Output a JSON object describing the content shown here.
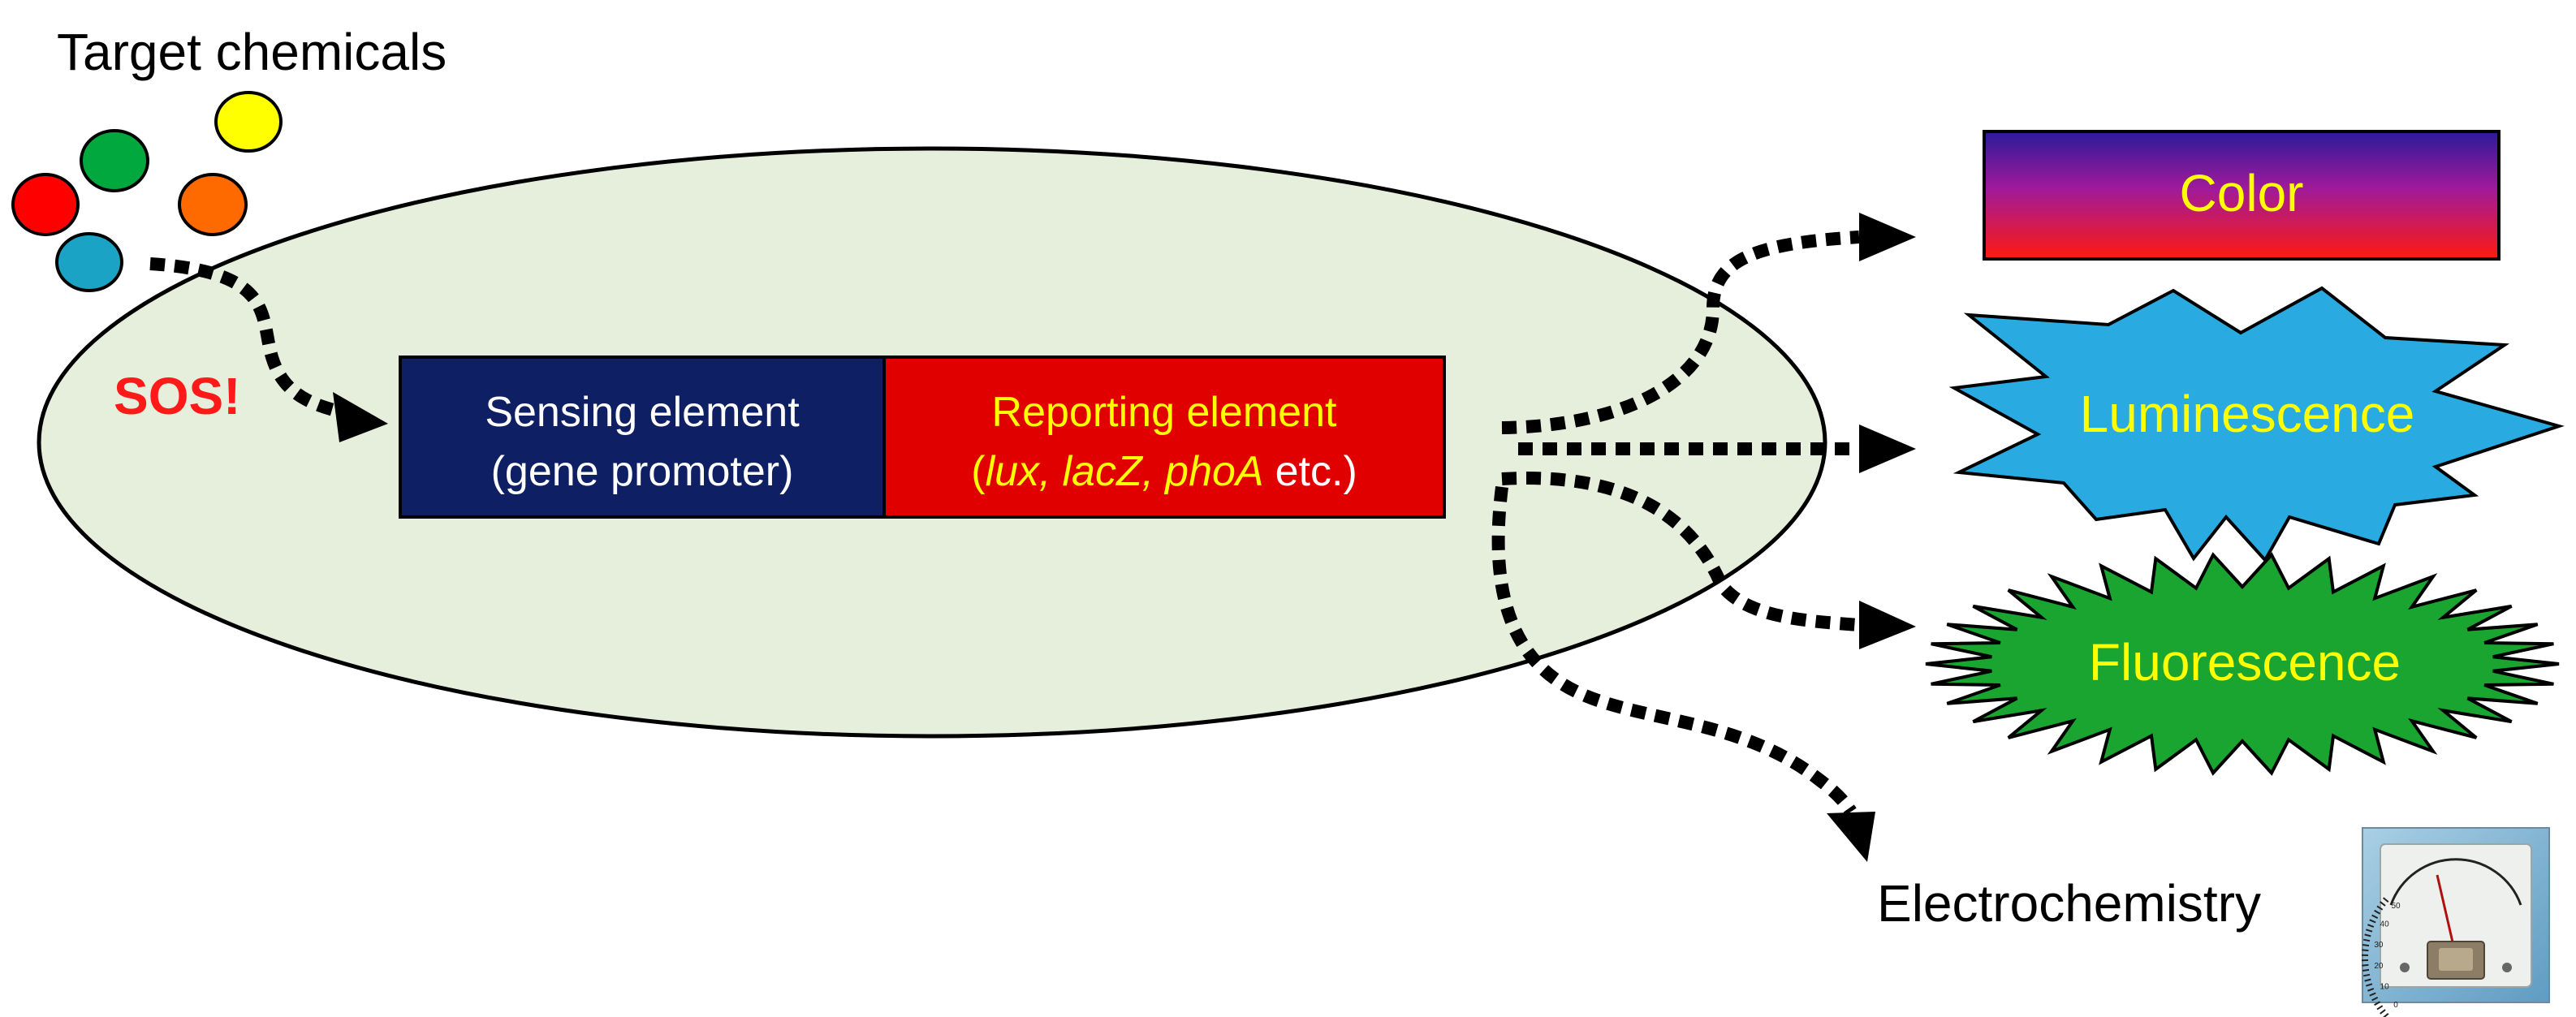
{
  "target_label": "Target chemicals",
  "sos_label": "SOS!",
  "sensing": {
    "line1": "Sensing element",
    "line2": "(gene promoter)"
  },
  "reporting": {
    "line1": "Reporting element",
    "open_paren": "(",
    "lux": "lux,",
    "lacz": "lacZ,",
    "phoa": "phoA",
    "etc": "etc.)"
  },
  "outputs": {
    "color": "Color",
    "luminescence": "Luminescence",
    "fluorescence": "Fluorescence",
    "electrochemistry": "Electrochemistry"
  },
  "meter_scale": [
    "0",
    "10",
    "20",
    "30",
    "40",
    "50"
  ],
  "colors": {
    "cell": "#e6efdc",
    "sensing": "#0e1f63",
    "reporting": "#e00000",
    "text_yellow": "#ffff00",
    "sos_red": "#ff1a1a",
    "luminescence": "#29aae1",
    "fluorescence": "#1aa531",
    "molecules": [
      "#ff0000",
      "#00a83d",
      "#ffff00",
      "#ff6a00",
      "#1aa3c4"
    ]
  }
}
